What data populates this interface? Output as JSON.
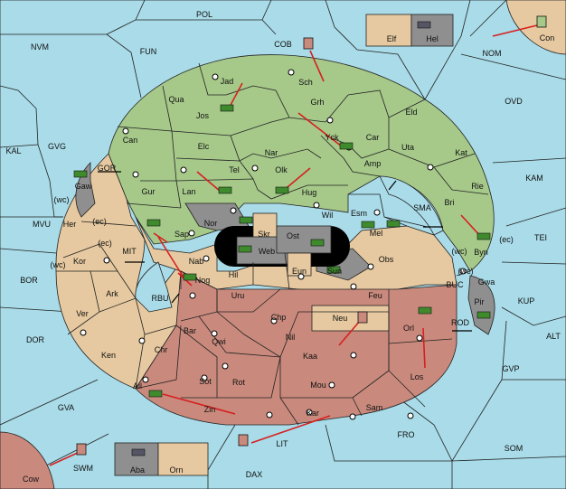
{
  "colors": {
    "sea": "#a9dbe8",
    "green": "#a6c98a",
    "tan": "#e6c9a0",
    "red": "#c98a7d",
    "grey": "#8f8f8f",
    "arrow": "#d62020"
  },
  "sea_labels": {
    "POL": "POL",
    "NVM": "NVM",
    "FUN": "FUN",
    "COB": "COB",
    "NOM": "NOM",
    "OVD": "OVD",
    "KAL": "KAL",
    "GVG": "GVG",
    "KAM": "KAM",
    "MVU": "MVU",
    "TEI": "TEI",
    "BOR": "BOR",
    "KUP": "KUP",
    "ALT": "ALT",
    "DOR": "DOR",
    "GVP": "GVP",
    "GVA": "GVA",
    "FRO": "FRO",
    "SOM": "SOM",
    "LIT": "LIT",
    "SWM": "SWM",
    "DAX": "DAX",
    "MIT": "MIT",
    "SMA": "SMA",
    "GOR": "GOR",
    "RBU": "RBU",
    "BUC": "BUC",
    "ROD": "ROD"
  },
  "land_labels": {
    "Jad": "Jad",
    "Qua": "Qua",
    "Jos": "Jos",
    "Sch": "Sch",
    "Grh": "Grh",
    "Can": "Can",
    "Elc": "Elc",
    "Nar": "Nar",
    "Yck": "Yck",
    "Car": "Car",
    "Eld": "Eld",
    "Uta": "Uta",
    "Kat": "Kat",
    "Amp": "Amp",
    "Tel": "Tel",
    "Olk": "Olk",
    "Gur": "Gur",
    "Lan": "Lan",
    "Hug": "Hug",
    "Rie": "Rie",
    "Bri": "Bri",
    "Gaw": "Gaw",
    "Nor": "Nor",
    "Wil": "Wil",
    "Esm": "Esm",
    "Her": "Her",
    "Skr": "Skr",
    "Ost": "Ost",
    "Mel": "Mel",
    "Byn": "Byn",
    "Sap": "Sap",
    "Web": "Web",
    "Kor": "Kor",
    "Nab": "Nab",
    "Obs": "Obs",
    "Eun": "Eun",
    "Sun": "Sun",
    "Gwa": "Gwa",
    "Hil": "Hil",
    "Nog": "Nog",
    "Ark": "Ark",
    "Uru": "Uru",
    "Feu": "Feu",
    "Pir": "Pir",
    "Ver": "Ver",
    "Chp": "Chp",
    "Neu": "Neu",
    "Orl": "Orl",
    "Bar": "Bar",
    "Qwi": "Qwi",
    "Nil": "Nil",
    "Ken": "Ken",
    "Chr": "Chr",
    "Kaa": "Kaa",
    "Sot": "Sot",
    "Rot": "Rot",
    "Mou": "Mou",
    "Los": "Los",
    "Ail": "Ail",
    "Sam": "Sam",
    "Zin": "Zin",
    "Kar": "Kar",
    "Elf": "Elf",
    "Hel": "Hel",
    "Con": "Con",
    "Cow": "Cow",
    "Aba": "Aba",
    "Orn": "Orn"
  },
  "coast_notes": {
    "wc1": "(wc)",
    "ec1": "(ec)",
    "ec2": "(ec)",
    "wc2": "(wc)",
    "wc3": "(wc)",
    "ec3": "(ec)",
    "wc4": "(wc)"
  },
  "units": [
    {
      "kind": "army",
      "color": "green",
      "region": "Gaw"
    },
    {
      "kind": "army",
      "color": "green",
      "region": "Jos"
    },
    {
      "kind": "army",
      "color": "green",
      "region": "Yck"
    },
    {
      "kind": "army",
      "color": "green",
      "region": "Lan"
    },
    {
      "kind": "army",
      "color": "green",
      "region": "Hug"
    },
    {
      "kind": "army",
      "color": "green",
      "region": "Sap"
    },
    {
      "kind": "army",
      "color": "green",
      "region": "Nor"
    },
    {
      "kind": "army",
      "color": "green",
      "region": "Esm"
    },
    {
      "kind": "army",
      "color": "green",
      "region": "Mel"
    },
    {
      "kind": "army",
      "color": "green",
      "region": "Byn"
    },
    {
      "kind": "army",
      "color": "green",
      "region": "Web"
    },
    {
      "kind": "army",
      "color": "green",
      "region": "Ost"
    },
    {
      "kind": "army",
      "color": "green",
      "region": "Sun"
    },
    {
      "kind": "army",
      "color": "green",
      "region": "Nog"
    },
    {
      "kind": "army",
      "color": "green",
      "region": "Pir"
    },
    {
      "kind": "army",
      "color": "green",
      "region": "Orl"
    },
    {
      "kind": "army",
      "color": "green",
      "region": "Ail"
    },
    {
      "kind": "fleet",
      "color": "red",
      "region": "COB"
    },
    {
      "kind": "fleet",
      "color": "red",
      "region": "Neu"
    },
    {
      "kind": "fleet",
      "color": "red",
      "region": "LIT"
    },
    {
      "kind": "fleet",
      "color": "red",
      "region": "SWM"
    },
    {
      "kind": "fleet",
      "color": "green",
      "region": "Con"
    },
    {
      "kind": "fleet",
      "color": "grey",
      "region": "Hel"
    },
    {
      "kind": "fleet",
      "color": "grey",
      "region": "Aba"
    }
  ]
}
